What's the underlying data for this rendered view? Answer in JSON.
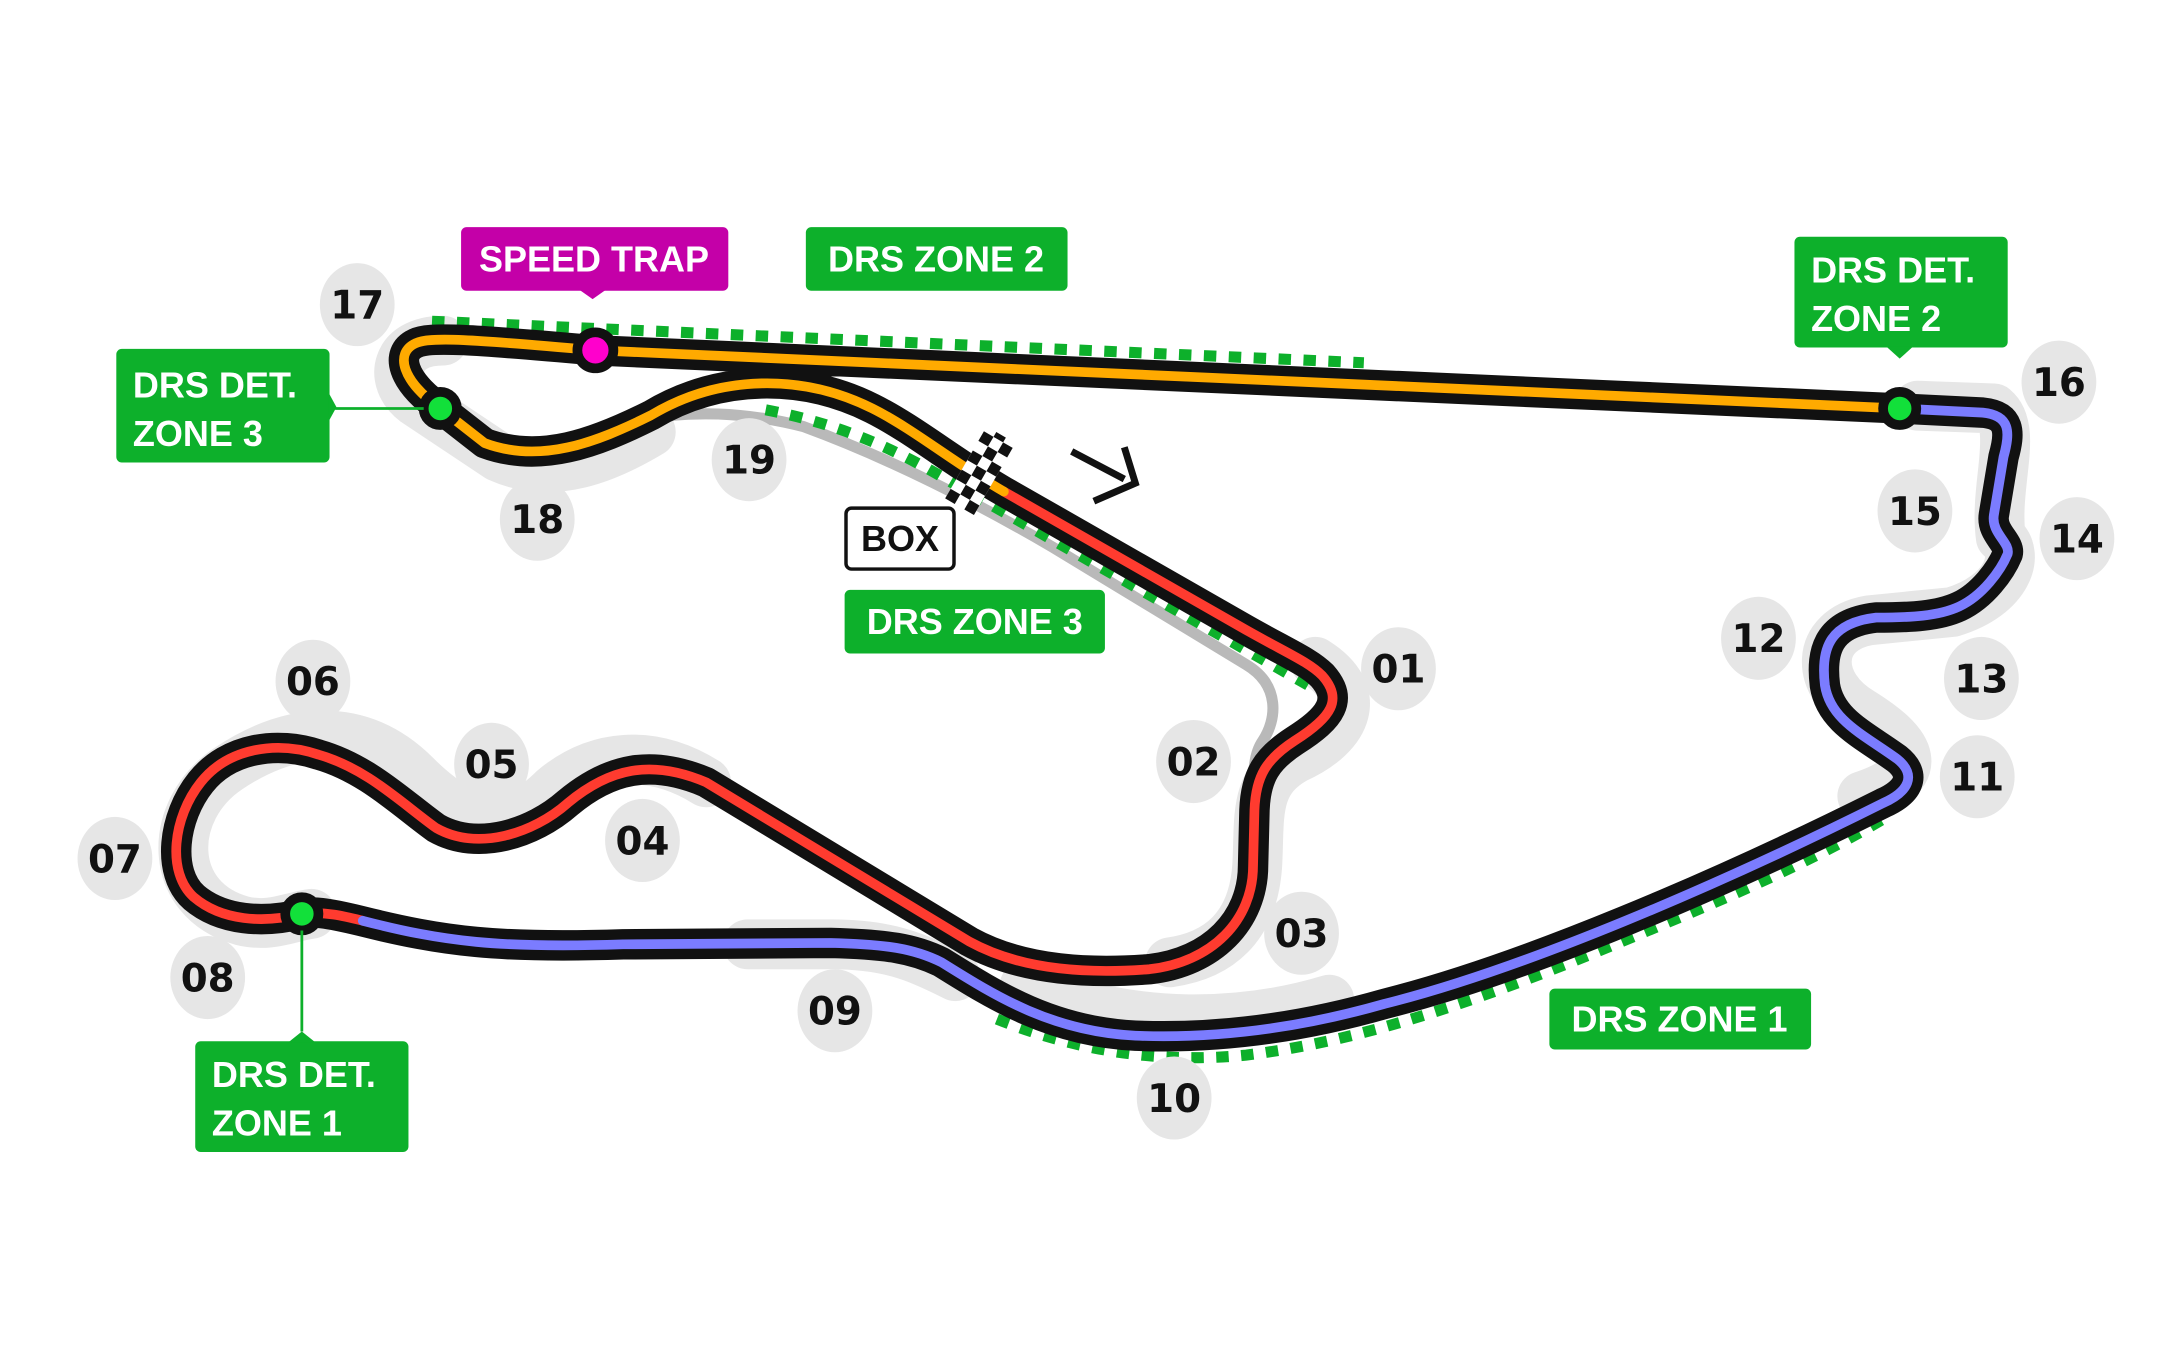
{
  "colors": {
    "track_outline": "#111111",
    "track_runoff": "#e6e6e6",
    "pit_lane": "#b9b9b9",
    "sector_1": "#ff3b2f",
    "sector_2": "#7b7cff",
    "sector_3": "#ffaa00",
    "drs": "#0db02b",
    "drs_detection_dot": "#12e03a",
    "speed_trap": "#c400a8",
    "speed_trap_dot": "#ff00cc",
    "label_text": "#ffffff",
    "corner_bubble": "#e6e6e6",
    "corner_text": "#111111"
  },
  "labels": {
    "speed_trap": "SPEED TRAP",
    "drs_zone_1": "DRS ZONE 1",
    "drs_zone_2": "DRS ZONE 2",
    "drs_zone_3": "DRS ZONE 3",
    "drs_det_1": [
      "DRS DET.",
      "ZONE 1"
    ],
    "drs_det_2": [
      "DRS DET.",
      "ZONE 2"
    ],
    "drs_det_3": [
      "DRS DET.",
      "ZONE 3"
    ],
    "pit": "BOX"
  },
  "corners": [
    "01",
    "02",
    "03",
    "04",
    "05",
    "06",
    "07",
    "08",
    "09",
    "10",
    "11",
    "12",
    "13",
    "14",
    "15",
    "16",
    "17",
    "18",
    "19"
  ],
  "icons": {
    "start_finish": "checkered-flag-icon",
    "direction": "direction-arrow-icon"
  }
}
